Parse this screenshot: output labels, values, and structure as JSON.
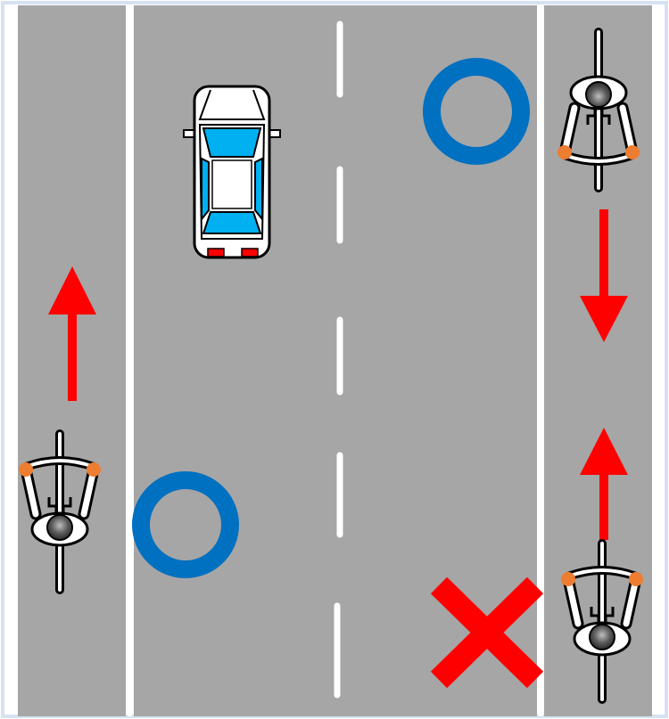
{
  "diagram": {
    "type": "road-traffic-diagram",
    "lanes": [
      "left-bike-lane",
      "car-lane",
      "car-lane",
      "right-bike-lane"
    ],
    "colors": {
      "border": "#d6e2f0",
      "road": "#a6a6a6",
      "marking": "#ffffff",
      "car_glass": "#00b0f0",
      "tail_light": "#ff0000",
      "arrow": "#ff0000",
      "ok_circle": "#0070c0",
      "ng_cross": "#ff0000",
      "hand": "#ed7d31",
      "helmet": "#404040"
    },
    "marks": {
      "ok_icon": "circle-mark-icon",
      "ng_icon": "cross-mark-icon"
    },
    "riders": [
      {
        "name": "cyclist-left-northbound",
        "heading": "up"
      },
      {
        "name": "cyclist-right-southbound",
        "heading": "down"
      },
      {
        "name": "cyclist-right-northbound",
        "heading": "up"
      }
    ]
  }
}
